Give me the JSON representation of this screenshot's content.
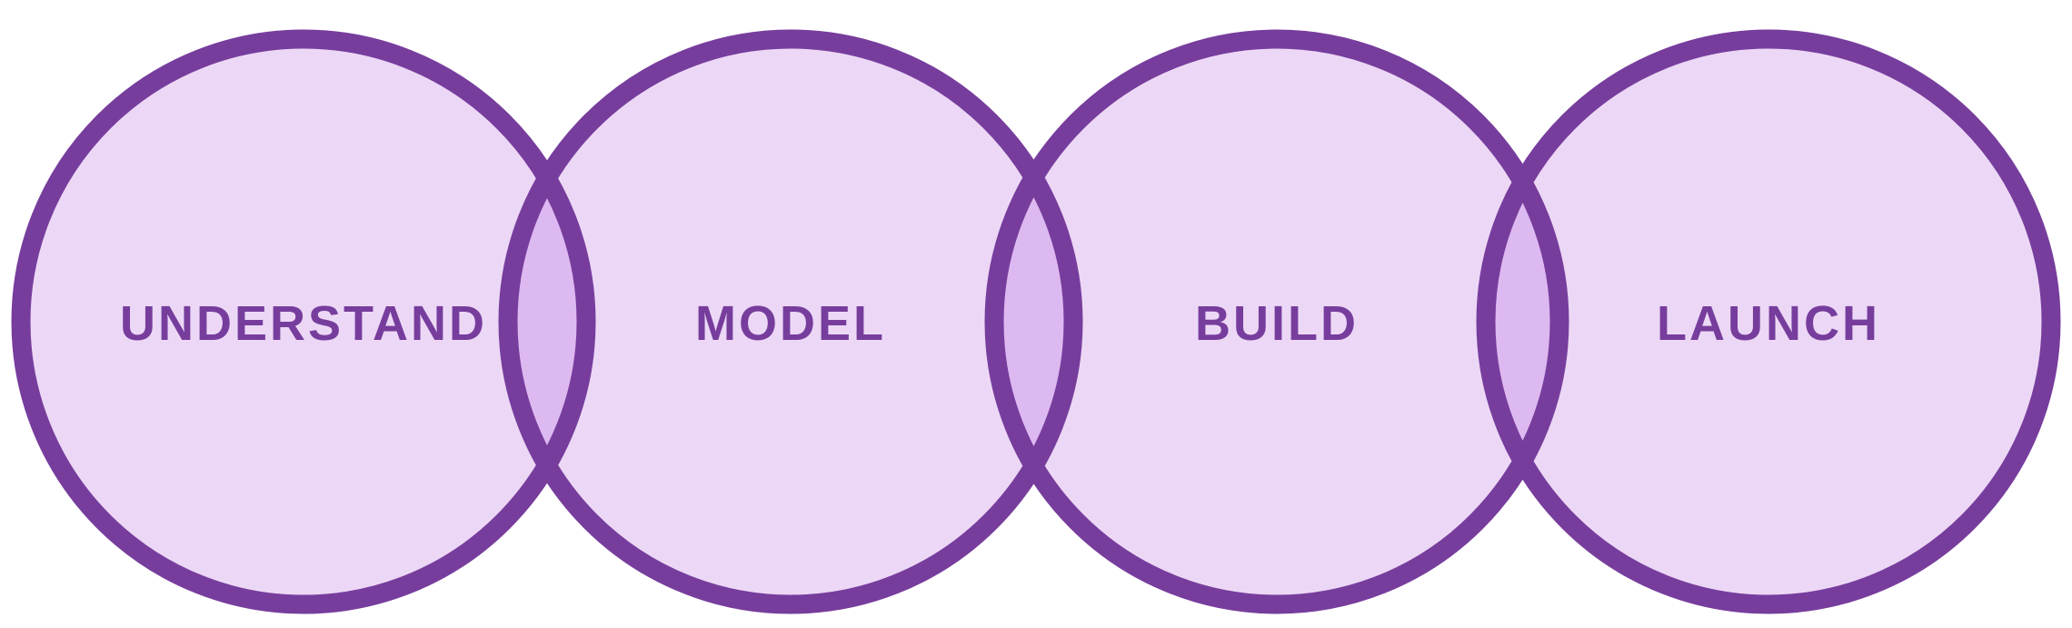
{
  "colors": {
    "fill": "#ecd8f6",
    "overlap": "#ddb9f1",
    "stroke": "#773d9d",
    "text": "#773d9d",
    "background": "#ffffff"
  },
  "stages": [
    {
      "label": "UNDERSTAND"
    },
    {
      "label": "MODEL"
    },
    {
      "label": "BUILD"
    },
    {
      "label": "LAUNCH"
    }
  ]
}
